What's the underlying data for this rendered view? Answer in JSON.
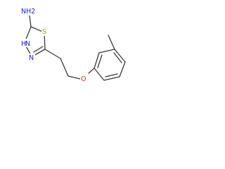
{
  "molecule": {
    "atoms": {
      "amine_group": "NH2",
      "sulfur": "S",
      "ring_nitrogen_h": "N",
      "ring_nitrogen_h_suffix": "H",
      "ring_nitrogen": "N",
      "ether_oxygen": "O"
    },
    "colors": {
      "bond": "#3a3a3a",
      "nitrogen": "#1f1fd6",
      "sulfur": "#a89a00",
      "oxygen": "#e0231e",
      "background": "#ffffff"
    }
  }
}
